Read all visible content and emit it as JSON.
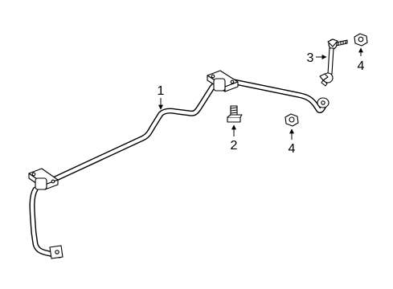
{
  "diagram": {
    "callouts": {
      "stabilizer_bar": "1",
      "bolt": "2",
      "link": "3",
      "nut_top": "4",
      "nut_mid": "4"
    },
    "colors": {
      "line": "#000000",
      "fill": "#ffffff"
    }
  }
}
